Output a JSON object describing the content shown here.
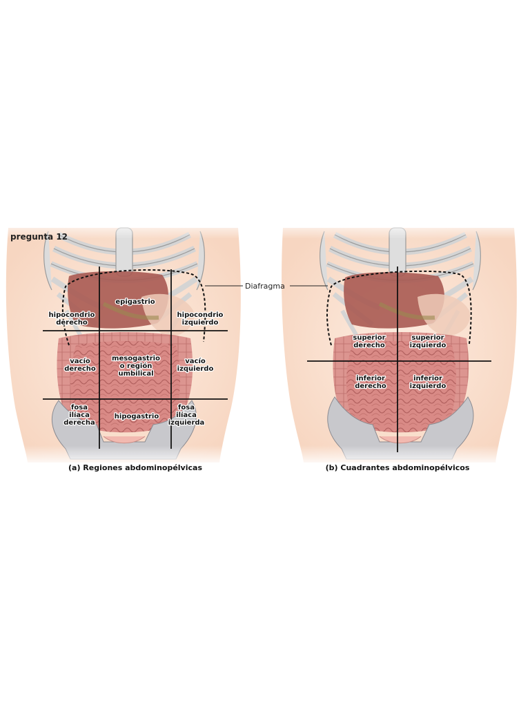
{
  "question_label": "pregunta 12",
  "diaphragm_label": "Diafragma",
  "panel_a": {
    "caption": "(a) Regiones abdominopélvicas",
    "regions": {
      "epigastrio": [
        "epigastrio"
      ],
      "hipocondrio_derecho": [
        "hipocondrio",
        "derecho"
      ],
      "hipocondrio_izquierdo": [
        "hipocondrio",
        "izquierdo"
      ],
      "vacio_derecho": [
        "vacío",
        "derecho"
      ],
      "mesogastrio": [
        "mesogastrio",
        "o región",
        "umbilical"
      ],
      "vacio_izquierdo": [
        "vacío",
        "izquierdo"
      ],
      "fosa_iliaca_derecha": [
        "fosa",
        "ilíaca",
        "derecha"
      ],
      "hipogastrio": [
        "hipogastrio"
      ],
      "fosa_iliaca_izquierda": [
        "fosa",
        "ilíaca",
        "izquierda"
      ]
    }
  },
  "panel_b": {
    "caption": "(b) Cuadrantes abdominopélvicos",
    "quadrants": {
      "superior_derecho": [
        "superior",
        "derecho"
      ],
      "superior_izquierdo": [
        "superior",
        "izquierdo"
      ],
      "inferior_derecho": [
        "inferior",
        "derecho"
      ],
      "inferior_izquierdo": [
        "inferior",
        "izquierdo"
      ]
    }
  },
  "colors": {
    "skin": "#fbe3d2",
    "bone": "#dcdcdc",
    "bone_edge": "#9a9a9a",
    "liver": "#a85a52",
    "intestine": "#d98a86",
    "intestine_edge": "#b2615f",
    "pelvis": "#c8c8cc",
    "divider": "#111111"
  }
}
